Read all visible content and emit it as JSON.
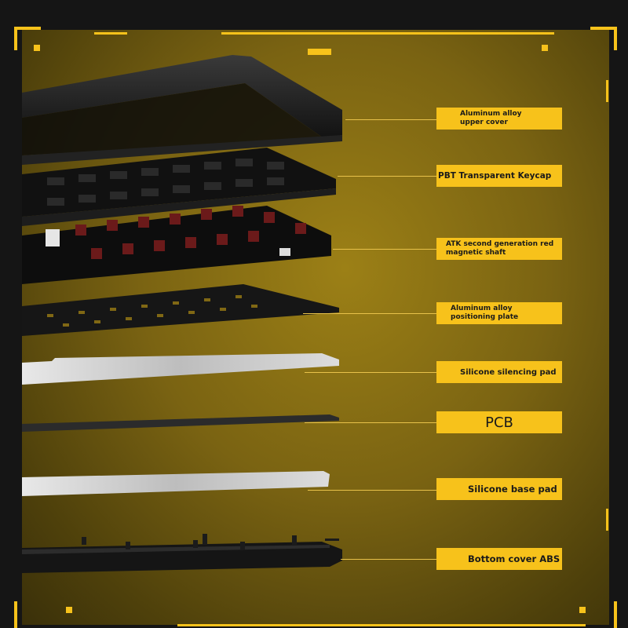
{
  "layers": [
    {
      "name": "upper-cover",
      "label": "Aluminum alloy\nupper cover"
    },
    {
      "name": "keycap",
      "label": "PBT Transparent Keycap"
    },
    {
      "name": "magnetic-shaft",
      "label": "ATK second generation red\nmagnetic shaft"
    },
    {
      "name": "positioning-plate",
      "label": "Aluminum alloy\npositioning plate"
    },
    {
      "name": "silencing-pad",
      "label": "Silicone silencing pad"
    },
    {
      "name": "pcb",
      "label": "PCB"
    },
    {
      "name": "base-pad",
      "label": "Silicone base pad"
    },
    {
      "name": "bottom-cover",
      "label": "Bottom cover ABS"
    }
  ],
  "colors": {
    "accent": "#f7c21b",
    "background": "#7a6312",
    "frame": "#151515"
  }
}
